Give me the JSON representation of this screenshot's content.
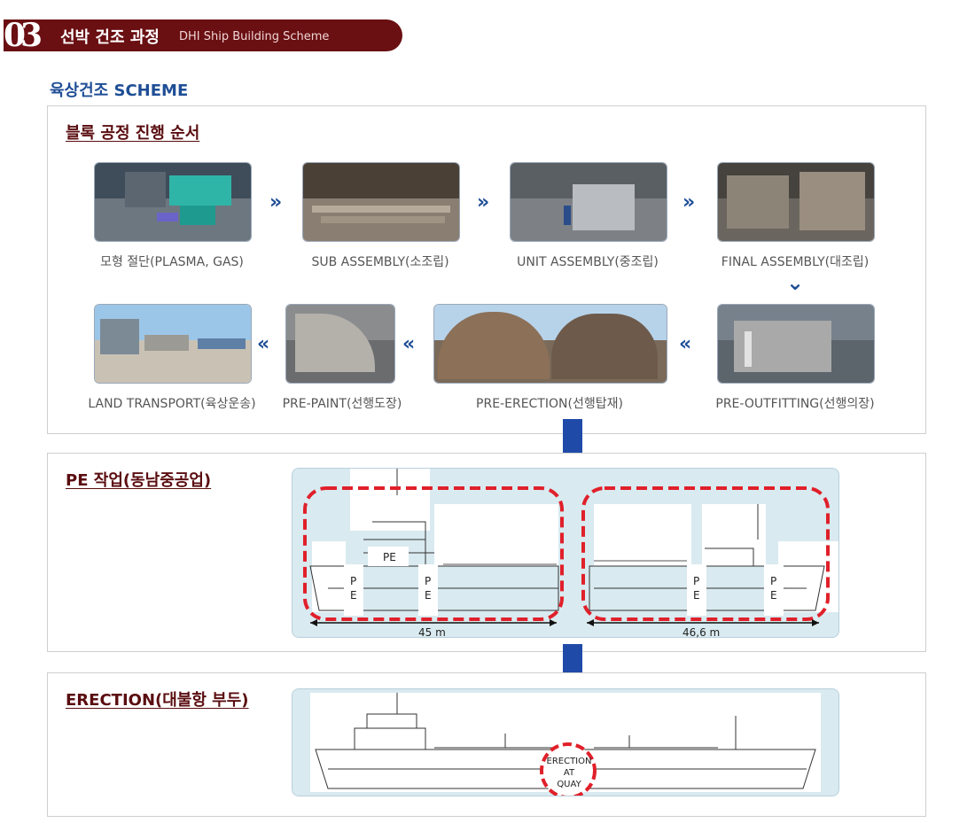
{
  "header": {
    "number": "03",
    "title": "선박 건조 과정",
    "subtitle": "DHI Ship Building Scheme"
  },
  "section": {
    "heading": "육상건조 SCHEME"
  },
  "block_process": {
    "title": "블록 공정 진행 순서",
    "steps": [
      {
        "caption": "모형 절단(PLASMA, GAS)"
      },
      {
        "caption": "SUB ASSEMBLY(소조립)"
      },
      {
        "caption": "UNIT ASSEMBLY(중조립)"
      },
      {
        "caption": "FINAL ASSEMBLY(대조립)"
      },
      {
        "caption": "PRE-OUTFITTING(선행의장)"
      },
      {
        "caption": "PRE-ERECTION(선행탑재)"
      },
      {
        "caption": "PRE-PAINT(선행도장)"
      },
      {
        "caption": "LAND TRANSPORT(육상운송)"
      }
    ],
    "arrow_right": "»",
    "arrow_left": "«",
    "arrow_down": "⌄"
  },
  "pe_work": {
    "title": "PE 작업(동남중공업)",
    "pe_label": "PE",
    "p": "P",
    "e": "E",
    "left_length": "45 m",
    "right_length": "46,6 m"
  },
  "erection": {
    "title": "ERECTION(대불항 부두)",
    "circle_line1": "ERECTION",
    "circle_line2": "AT",
    "circle_line3": "QUAY"
  },
  "colors": {
    "header_bg": "#6a0f12",
    "accent_blue": "#1f4e96",
    "title_red": "#5a0d10",
    "dash_red": "#e0202a"
  }
}
